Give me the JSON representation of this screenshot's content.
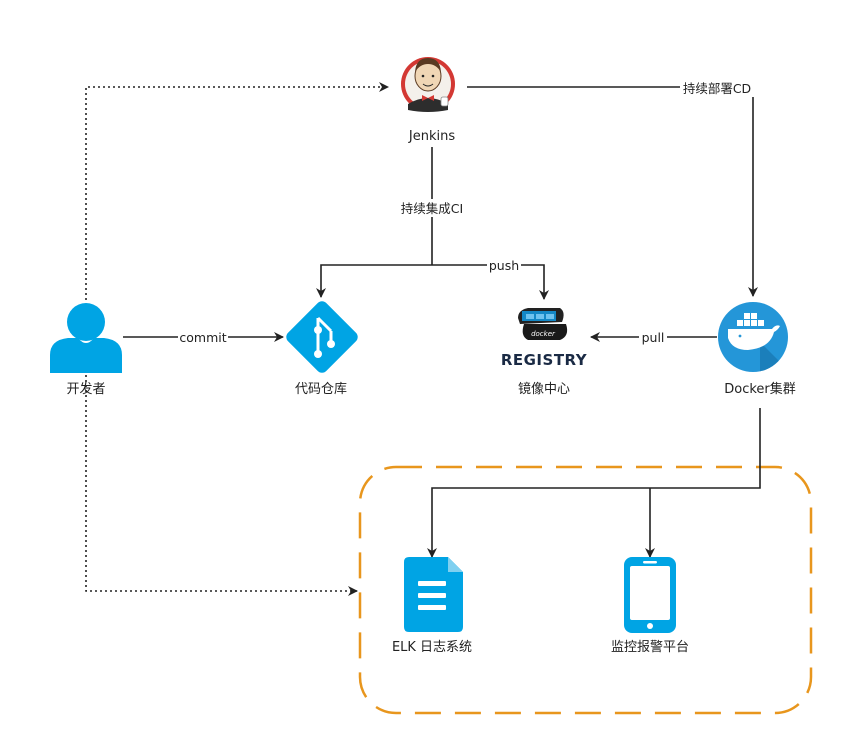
{
  "nodes": {
    "jenkins": {
      "label": "Jenkins"
    },
    "developer": {
      "label": "开发者"
    },
    "code_repo": {
      "label": "代码仓库"
    },
    "registry": {
      "label": "镜像中心",
      "logo_word_top": "docker",
      "logo_word_main": "REGISTRY"
    },
    "docker_cluster": {
      "label": "Docker集群"
    },
    "elk": {
      "label": "ELK 日志系统"
    },
    "monitor": {
      "label": "监控报警平台"
    }
  },
  "edges": {
    "ci": {
      "label": "持续集成CI"
    },
    "cd": {
      "label": "持续部署CD"
    },
    "push": {
      "label": "push"
    },
    "pull": {
      "label": "pull"
    },
    "commit": {
      "label": "commit"
    }
  },
  "colors": {
    "icon_blue": "#00a4e4",
    "orange_dash": "#e8961d",
    "line": "#222222",
    "jenkins_red": "#d33833",
    "docker_blue": "#1488c6"
  },
  "icons": {
    "developer": "person-icon",
    "code_repo": "git-icon",
    "registry": "docker-registry-icon",
    "docker_cluster": "docker-whale-icon",
    "elk": "document-icon",
    "monitor": "mobile-phone-icon",
    "jenkins": "jenkins-butler-icon"
  }
}
